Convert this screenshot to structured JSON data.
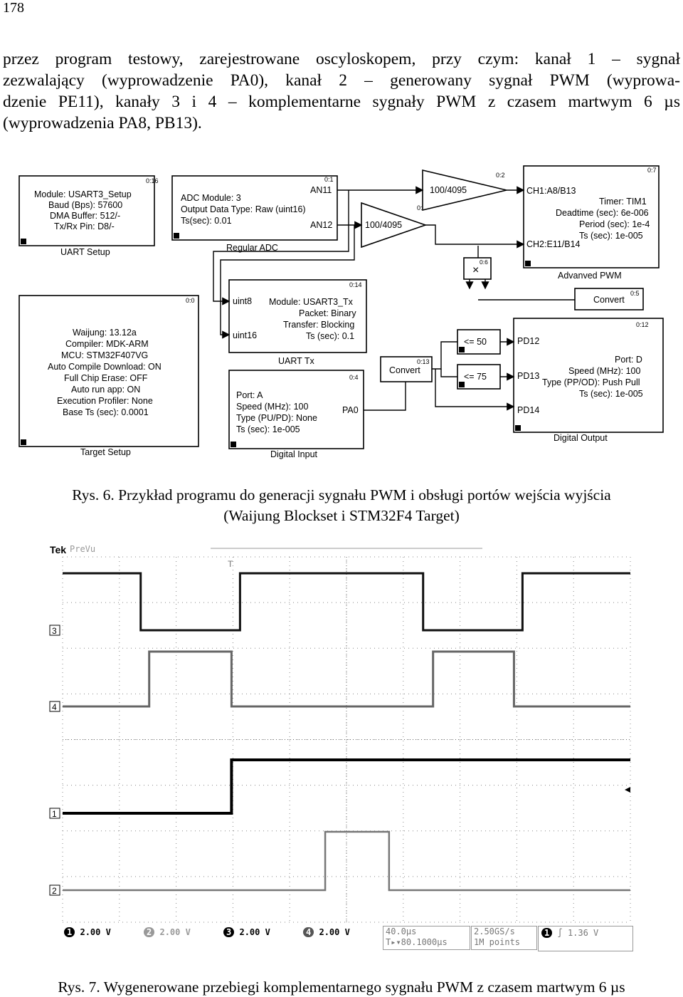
{
  "page_number": "178",
  "paragraph_lines": [
    "przez program testowy, zarejestrowane oscyloskopem, przy czym: kanał 1 – sygnał",
    "zezwalający (wyprowadzenie PA0), kanał 2 – generowany sygnał PWM (wyprowa-",
    "dzenie PE11), kanały 3 i 4 – komplementarne sygnały PWM z czasem martwym 6 µs",
    "(wyprowadzenia PA8, PB13)."
  ],
  "figure6": {
    "caption_line1": "Rys. 6. Przykład programu do generacji sygnału PWM i obsługi portów wejścia wyjścia",
    "caption_line2": "(Waijung Blockset i STM32F4 Target)",
    "uart_setup": {
      "id": "0:16",
      "lines": [
        "Module: USART3_Setup",
        "Baud (Bps): 57600",
        "DMA Buffer: 512/-",
        "Tx/Rx Pin: D8/-"
      ],
      "label": "UART Setup"
    },
    "regular_adc": {
      "id": "0:1",
      "lines": [
        "ADC Module: 3",
        "Output Data Type: Raw (uint16)",
        "Ts(sec): 0.01"
      ],
      "out1": "AN11",
      "out2": "AN12",
      "label": "Regular ADC"
    },
    "gain1": {
      "text": "100/4095",
      "id": "0:2"
    },
    "gain2": {
      "text": "100/4095",
      "id": "0:"
    },
    "advanced_pwm": {
      "id": "0:7",
      "in1": "CH1:A8/B13",
      "in2": "CH2:E11/B14",
      "lines": [
        "Timer: TIM1",
        "Deadtime (sec): 6e-006",
        "Period (sec): 1e-4",
        "Ts (sec): 1e-005"
      ],
      "label": "Advanved PWM"
    },
    "product": {
      "symbol": "×",
      "id": "0:6"
    },
    "convert1": {
      "text": "Convert",
      "id": "0:5"
    },
    "target_setup": {
      "id": "0:0",
      "lines": [
        "Waijung: 13.12a",
        "Compiler: MDK-ARM",
        "MCU: STM32F407VG",
        "Auto Compile Download: ON",
        "Full Chip Erase: OFF",
        "Auto run app: ON",
        "Execution Profiler: None",
        "Base Ts (sec): 0.0001"
      ],
      "label": "Target Setup"
    },
    "uart_tx": {
      "id": "0:14",
      "in1": "uint8",
      "in2": "uint16",
      "lines": [
        "Module: USART3_Tx",
        "Packet: Binary",
        "Transfer: Blocking",
        "Ts (sec): 0.1"
      ],
      "label": "UART Tx"
    },
    "cmp1": {
      "text": "<= 50",
      "id": ""
    },
    "cmp2": {
      "text": "<= 75",
      "id": ""
    },
    "convert2": {
      "text": "Convert",
      "id": "0:13"
    },
    "digital_input": {
      "id": "0:4",
      "lines": [
        "Port: A",
        "Speed (MHz): 100",
        "Type (PU/PD): None",
        "Ts (sec): 1e-005"
      ],
      "out": "PA0",
      "label": "Digital Input"
    },
    "digital_output": {
      "id": "0:12",
      "pins": [
        "PD12",
        "PD13",
        "PD14"
      ],
      "lines": [
        "Port: D",
        "Speed (MHz): 100",
        "Type (PP/OD): Push Pull",
        "Ts (sec): 1e-005"
      ],
      "label": "Digital Output"
    }
  },
  "figure7": {
    "caption": "Rys. 7. Wygenerowane przebiegi komplementarnego sygnału PWM z czasem martwym 6 µs",
    "scope": {
      "brand": "Tek",
      "mode": "PreVu",
      "trigger_marker": "T",
      "channel_markers": [
        "3",
        "4",
        "1",
        "2"
      ],
      "status": {
        "ch1": {
          "num": "1",
          "value": "2.00 V"
        },
        "ch2": {
          "num": "2",
          "value": "2.00 V"
        },
        "ch3": {
          "num": "3",
          "value": "2.00 V"
        },
        "ch4": {
          "num": "4",
          "value": "2.00 V"
        },
        "timebase": "40.0µs",
        "trig_pos": "T▸▾80.1000µs",
        "sample_rate": "2.50GS/s",
        "points": "1M points",
        "trig_ch": "1",
        "trig_slope": "∫",
        "trig_level": "1.36 V"
      }
    },
    "waveforms": {
      "ch3": {
        "edges": [
          [
            0,
            1
          ],
          [
            110,
            0
          ],
          [
            250,
            1
          ],
          [
            508,
            0
          ],
          [
            648,
            1
          ]
        ]
      },
      "ch4": {
        "edges": [
          [
            0,
            0
          ],
          [
            122,
            1
          ],
          [
            238,
            0
          ],
          [
            522,
            1
          ],
          [
            636,
            0
          ]
        ]
      },
      "ch1": {
        "edges": [
          [
            0,
            0
          ],
          [
            238,
            1
          ]
        ]
      },
      "ch2": {
        "edges": [
          [
            0,
            0
          ],
          [
            370,
            1
          ],
          [
            460,
            0
          ]
        ]
      }
    }
  }
}
